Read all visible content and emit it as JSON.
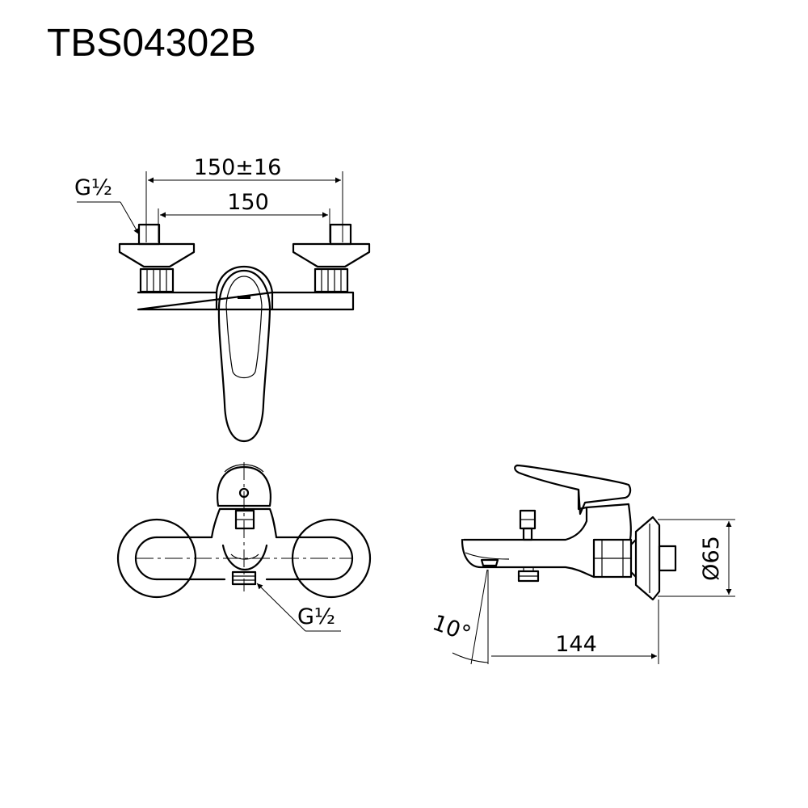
{
  "title": "TBS04302B",
  "dimensions": {
    "outer_spacing": "150±16",
    "inner_spacing": "150",
    "thread_top": "G½",
    "thread_bottom": "G½",
    "angle": "10°",
    "depth": "144",
    "flange_diameter": "Ø65"
  }
}
